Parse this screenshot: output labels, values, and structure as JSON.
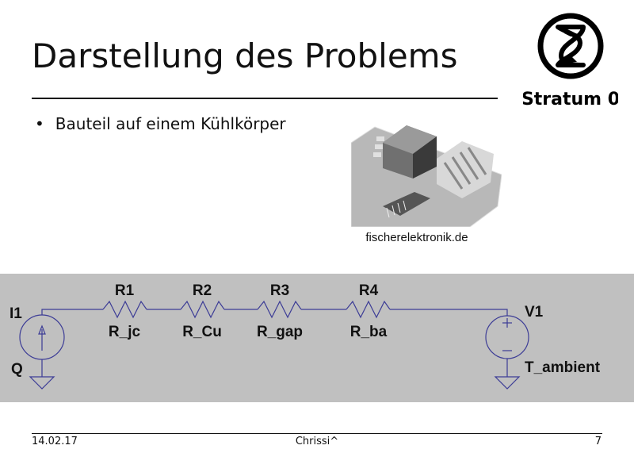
{
  "slide": {
    "title": "Darstellung des Problems",
    "bullets": [
      "Bauteil auf einem Kühlkörper"
    ],
    "image_caption": "fischerelektronik.de",
    "logo_text": "Stratum 0"
  },
  "circuit": {
    "source": {
      "name": "I1",
      "value": "Q"
    },
    "resistors": [
      {
        "name": "R1",
        "value": "R_jc"
      },
      {
        "name": "R2",
        "value": "R_Cu"
      },
      {
        "name": "R3",
        "value": "R_gap"
      },
      {
        "name": "R4",
        "value": "R_ba"
      }
    ],
    "voltage_source": {
      "name": "V1",
      "value": "T_ambient"
    },
    "wire_color": "#3c3c96",
    "background_color": "#c0c0c0"
  },
  "footer": {
    "date": "14.02.17",
    "author": "Chrissi^",
    "page": "7"
  }
}
